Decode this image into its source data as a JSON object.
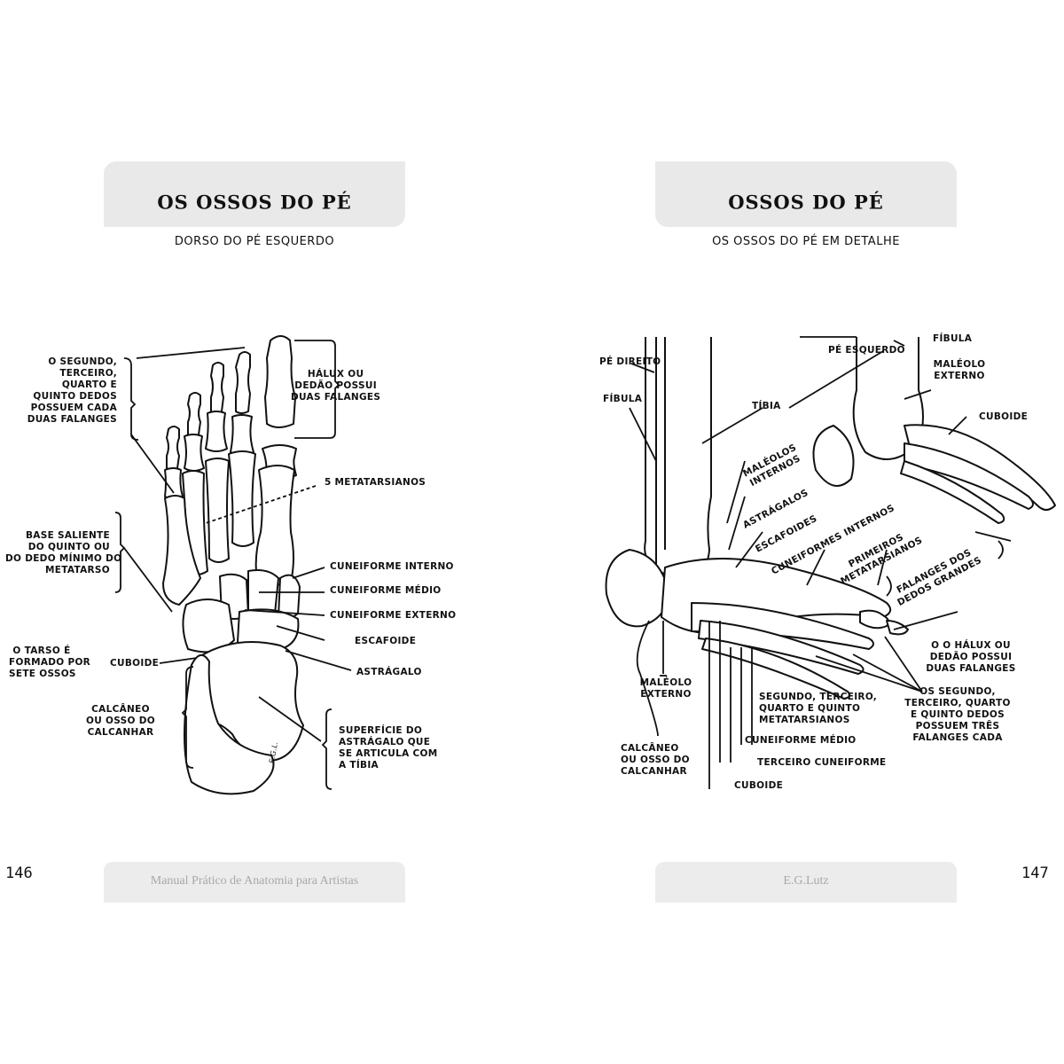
{
  "left_page": {
    "title": "OS OSSOS DO PÉ",
    "subtitle": "DORSO DO PÉ ESQUERDO",
    "page_number": "146",
    "footer": "Manual Prático de Anatomia para Artistas",
    "signature": "E.G.L.",
    "labels": {
      "second_toes": "O SEGUNDO,\nTERCEIRO,\nQUARTO E\nQUINTO DEDOS\nPOSSUEM CADA\nDUAS FALANGES",
      "hallux": "HÁLUX OU\nDEDÃO POSSUI\nDUAS FALANGES",
      "metatarsals": "5 METATARSIANOS",
      "base_fifth": "BASE SALIENTE\nDO QUINTO OU\nDO DEDO MÍNIMO DO\nMETATARSO",
      "cuneiform_internal": "CUNEIFORME INTERNO",
      "cuneiform_medial": "CUNEIFORME MÉDIO",
      "cuneiform_external": "CUNEIFORME EXTERNO",
      "navicular": "ESCAFOIDE",
      "tarsus": "O TARSO É\nFORMADO POR\nSETE OSSOS",
      "cuboid": "CUBOIDE",
      "talus": "ASTRÁGALO",
      "calcaneus": "CALCÂNEO\nOU OSSO DO\nCALCANHAR",
      "talus_surface": "SUPERFÍCIE DO\nASTRÁGALO QUE\nSE ARTICULA COM\nA TÍBIA"
    }
  },
  "right_page": {
    "title": "OSSOS DO PÉ",
    "subtitle": "OS OSSOS DO PÉ EM DETALHE",
    "page_number": "147",
    "footer": "E.G.Lutz",
    "labels": {
      "right_foot": "PÉ DIREITO",
      "fibula_left": "FÍBULA",
      "left_foot": "PÉ ESQUERDO",
      "fibula_right": "FÍBULA",
      "lateral_malleolus_top": "MALÉOLO\nEXTERNO",
      "tibia": "TÍBIA",
      "cuboid_top": "CUBOIDE",
      "internal_malleoli": "MALÉOLOS\nINTERNOS",
      "astragalus": "ASTRÁGALOS",
      "navicular": "ESCAFOIDES",
      "internal_cuneiforms": "CUNEIFORMES INTERNOS",
      "first_metatarsals": "PRIMEIROS\nMETATARSIANOS",
      "big_toe_phalanges": "FALANGES DOS\nDEDOS GRANDES",
      "hallux": "O O HÁLUX OU\nDEDÃO POSSUI\nDUAS FALANGES",
      "other_toes": "OS SEGUNDO,\nTERCEIRO, QUARTO\nE QUINTO DEDOS\nPOSSUEM TRÊS\nFALANGES CADA",
      "lateral_malleolus_bottom": "MALÉOLO\nEXTERNO",
      "other_metatarsals": "SEGUNDO, TERCEIRO,\nQUARTO E QUINTO\nMETATARSIANOS",
      "cuneiform_medial": "CUNEIFORME MÉDIO",
      "third_cuneiform": "TERCEIRO CUNEIFORME",
      "calcaneus": "CALCÂNEO\nOU OSSO DO\nCALCANHAR",
      "cuboid_bottom": "CUBOIDE"
    }
  }
}
